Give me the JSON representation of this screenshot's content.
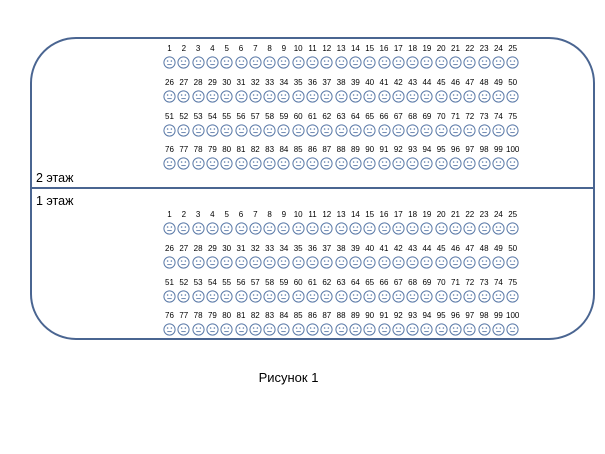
{
  "floors": [
    {
      "label": "2 этаж"
    },
    {
      "label": "1 этаж"
    }
  ],
  "seat_numbers": [
    "1",
    "2",
    "3",
    "4",
    "5",
    "6",
    "7",
    "8",
    "9",
    "10",
    "11",
    "12",
    "13",
    "14",
    "15",
    "16",
    "17",
    "18",
    "19",
    "20",
    "21",
    "22",
    "23",
    "24",
    "25",
    "26",
    "27",
    "28",
    "29",
    "30",
    "31",
    "32",
    "33",
    "34",
    "35",
    "36",
    "37",
    "38",
    "39",
    "40",
    "41",
    "42",
    "43",
    "44",
    "45",
    "46",
    "47",
    "48",
    "49",
    "50",
    "51",
    "52",
    "53",
    "54",
    "55",
    "56",
    "57",
    "58",
    "59",
    "60",
    "61",
    "62",
    "63",
    "64",
    "65",
    "66",
    "67",
    "68",
    "69",
    "70",
    "71",
    "72",
    "73",
    "74",
    "75",
    "76",
    "77",
    "78",
    "79",
    "80",
    "81",
    "82",
    "83",
    "84",
    "85",
    "86",
    "87",
    "88",
    "89",
    "90",
    "91",
    "92",
    "93",
    "94",
    "95",
    "96",
    "97",
    "98",
    "99",
    "100"
  ],
  "seat_icon": "neutral-face-icon",
  "colors": {
    "border": "#4a6591",
    "face": "#5b7aa8"
  },
  "caption": "Рисунок 1"
}
